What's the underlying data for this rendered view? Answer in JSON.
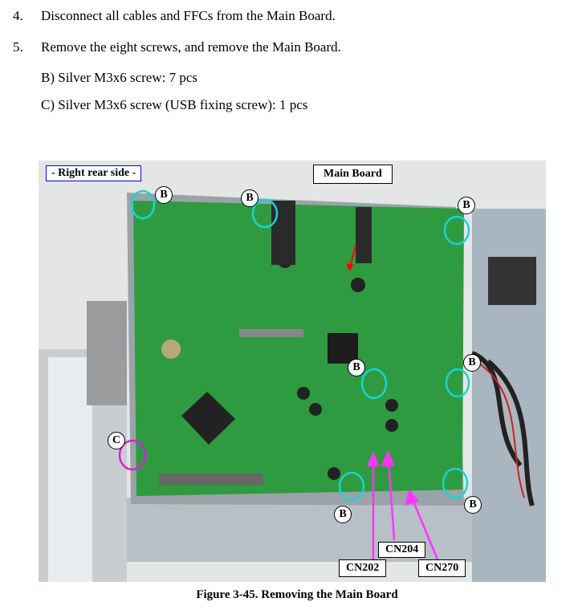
{
  "steps": [
    {
      "num": "4.",
      "text": "Disconnect all cables and FFCs from the Main Board."
    },
    {
      "num": "5.",
      "text": "Remove the eight screws, and remove the Main Board."
    }
  ],
  "sub_items": [
    "B) Silver M3x6 screw: 7 pcs",
    "C) Silver M3x6 screw (USB fixing screw): 1 pcs"
  ],
  "figure": {
    "side_label": "- Right rear side -",
    "main_label": "Main Board",
    "marker_b": "B",
    "marker_c": "C",
    "connectors": [
      "CN202",
      "CN204",
      "CN270"
    ],
    "caption": "Figure 3-45.  Removing the Main Board",
    "colors": {
      "screw_b": "#19d3d3",
      "screw_c": "#d81fd8",
      "arrow_cn": "#ff33ff",
      "arrow_main": "#ff0000",
      "board": "#2e9a3e"
    }
  }
}
